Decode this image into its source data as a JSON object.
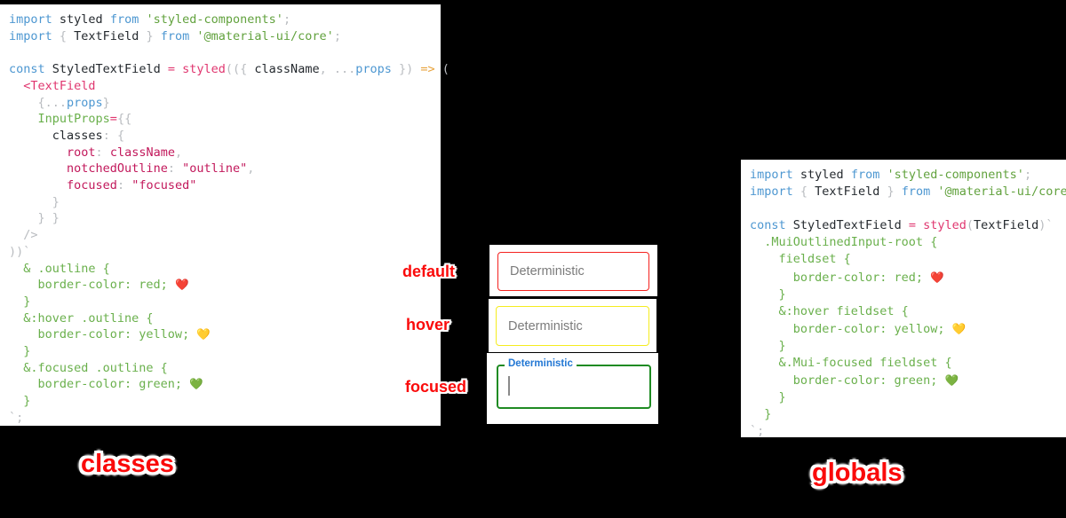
{
  "left_panel": {
    "caption": "classes",
    "code_lines": [
      [
        {
          "t": "kw",
          "s": "import"
        },
        {
          "t": "punc",
          "s": " "
        },
        {
          "t": "plain",
          "s": "styled"
        },
        {
          "t": "punc",
          "s": " "
        },
        {
          "t": "kw",
          "s": "from"
        },
        {
          "t": "punc",
          "s": " "
        },
        {
          "t": "str",
          "s": "'styled-components'"
        },
        {
          "t": "punc",
          "s": ";"
        }
      ],
      [
        {
          "t": "kw",
          "s": "import"
        },
        {
          "t": "punc",
          "s": " { "
        },
        {
          "t": "plain",
          "s": "TextField"
        },
        {
          "t": "punc",
          "s": " } "
        },
        {
          "t": "kw",
          "s": "from"
        },
        {
          "t": "punc",
          "s": " "
        },
        {
          "t": "str",
          "s": "'@material-ui/core'"
        },
        {
          "t": "punc",
          "s": ";"
        }
      ],
      [
        {
          "t": "punc",
          "s": ""
        }
      ],
      [
        {
          "t": "kw",
          "s": "const"
        },
        {
          "t": "punc",
          "s": " "
        },
        {
          "t": "plain",
          "s": "StyledTextField"
        },
        {
          "t": "punc",
          "s": " "
        },
        {
          "t": "op",
          "s": "="
        },
        {
          "t": "punc",
          "s": " "
        },
        {
          "t": "fn",
          "s": "styled"
        },
        {
          "t": "punc",
          "s": "(({ "
        },
        {
          "t": "plain",
          "s": "className"
        },
        {
          "t": "punc",
          "s": ", "
        },
        {
          "t": "punc",
          "s": "..."
        },
        {
          "t": "attr",
          "s": "props"
        },
        {
          "t": "punc",
          "s": " }) "
        },
        {
          "t": "arrow",
          "s": "=>"
        },
        {
          "t": "punc",
          "s": " ("
        }
      ],
      [
        {
          "t": "punc",
          "s": "  "
        },
        {
          "t": "fn",
          "s": "<TextField"
        }
      ],
      [
        {
          "t": "punc",
          "s": "    {..."
        },
        {
          "t": "attr",
          "s": "props"
        },
        {
          "t": "punc",
          "s": "}"
        }
      ],
      [
        {
          "t": "punc",
          "s": "    "
        },
        {
          "t": "prop",
          "s": "InputProps"
        },
        {
          "t": "op",
          "s": "="
        },
        {
          "t": "punc",
          "s": "{{"
        }
      ],
      [
        {
          "t": "punc",
          "s": "      "
        },
        {
          "t": "plain",
          "s": "classes"
        },
        {
          "t": "punc",
          "s": ": {"
        }
      ],
      [
        {
          "t": "punc",
          "s": "        "
        },
        {
          "t": "key",
          "s": "root"
        },
        {
          "t": "punc",
          "s": ": "
        },
        {
          "t": "key",
          "s": "className"
        },
        {
          "t": "punc",
          "s": ","
        }
      ],
      [
        {
          "t": "punc",
          "s": "        "
        },
        {
          "t": "key",
          "s": "notchedOutline"
        },
        {
          "t": "punc",
          "s": ": "
        },
        {
          "t": "key",
          "s": "\"outline\""
        },
        {
          "t": "punc",
          "s": ","
        }
      ],
      [
        {
          "t": "punc",
          "s": "        "
        },
        {
          "t": "key",
          "s": "focused"
        },
        {
          "t": "punc",
          "s": ": "
        },
        {
          "t": "key",
          "s": "\"focused\""
        }
      ],
      [
        {
          "t": "punc",
          "s": "      }"
        }
      ],
      [
        {
          "t": "punc",
          "s": "    } }"
        }
      ],
      [
        {
          "t": "punc",
          "s": "  />"
        }
      ],
      [
        {
          "t": "punc",
          "s": "))"
        },
        {
          "t": "tick",
          "s": "`"
        }
      ],
      [
        {
          "t": "css",
          "s": "  & .outline {"
        }
      ],
      [
        {
          "t": "css",
          "s": "    border-color: red; "
        },
        {
          "t": "emoji",
          "s": "❤️"
        }
      ],
      [
        {
          "t": "css",
          "s": "  }"
        }
      ],
      [
        {
          "t": "css",
          "s": "  &:hover .outline {"
        }
      ],
      [
        {
          "t": "css",
          "s": "    border-color: yellow; "
        },
        {
          "t": "emoji",
          "s": "💛"
        }
      ],
      [
        {
          "t": "css",
          "s": "  }"
        }
      ],
      [
        {
          "t": "css",
          "s": "  &.focused .outline {"
        }
      ],
      [
        {
          "t": "css",
          "s": "    border-color: green; "
        },
        {
          "t": "emoji",
          "s": "💚"
        }
      ],
      [
        {
          "t": "css",
          "s": "  }"
        }
      ],
      [
        {
          "t": "tick",
          "s": "`"
        },
        {
          "t": "punc",
          "s": ";"
        }
      ]
    ]
  },
  "right_panel": {
    "caption": "globals",
    "code_lines": [
      [
        {
          "t": "kw",
          "s": "import"
        },
        {
          "t": "punc",
          "s": " "
        },
        {
          "t": "plain",
          "s": "styled"
        },
        {
          "t": "punc",
          "s": " "
        },
        {
          "t": "kw",
          "s": "from"
        },
        {
          "t": "punc",
          "s": " "
        },
        {
          "t": "str",
          "s": "'styled-components'"
        },
        {
          "t": "punc",
          "s": ";"
        }
      ],
      [
        {
          "t": "kw",
          "s": "import"
        },
        {
          "t": "punc",
          "s": " { "
        },
        {
          "t": "plain",
          "s": "TextField"
        },
        {
          "t": "punc",
          "s": " } "
        },
        {
          "t": "kw",
          "s": "from"
        },
        {
          "t": "punc",
          "s": " "
        },
        {
          "t": "str",
          "s": "'@material-ui/core'"
        },
        {
          "t": "punc",
          "s": ";"
        }
      ],
      [
        {
          "t": "punc",
          "s": ""
        }
      ],
      [
        {
          "t": "kw",
          "s": "const"
        },
        {
          "t": "punc",
          "s": " "
        },
        {
          "t": "plain",
          "s": "StyledTextField"
        },
        {
          "t": "punc",
          "s": " "
        },
        {
          "t": "op",
          "s": "="
        },
        {
          "t": "punc",
          "s": " "
        },
        {
          "t": "fn",
          "s": "styled"
        },
        {
          "t": "punc",
          "s": "("
        },
        {
          "t": "plain",
          "s": "TextField"
        },
        {
          "t": "punc",
          "s": ")"
        },
        {
          "t": "tick",
          "s": "`"
        }
      ],
      [
        {
          "t": "css",
          "s": "  .MuiOutlinedInput-root {"
        }
      ],
      [
        {
          "t": "css",
          "s": "    fieldset {"
        }
      ],
      [
        {
          "t": "css",
          "s": "      border-color: red; "
        },
        {
          "t": "emoji",
          "s": "❤️"
        }
      ],
      [
        {
          "t": "css",
          "s": "    }"
        }
      ],
      [
        {
          "t": "css",
          "s": "    &:hover fieldset {"
        }
      ],
      [
        {
          "t": "css",
          "s": "      border-color: yellow; "
        },
        {
          "t": "emoji",
          "s": "💛"
        }
      ],
      [
        {
          "t": "css",
          "s": "    }"
        }
      ],
      [
        {
          "t": "css",
          "s": "    &.Mui-focused fieldset {"
        }
      ],
      [
        {
          "t": "css",
          "s": "      border-color: green; "
        },
        {
          "t": "emoji",
          "s": "💚"
        }
      ],
      [
        {
          "t": "css",
          "s": "    }"
        }
      ],
      [
        {
          "t": "css",
          "s": "  }"
        }
      ],
      [
        {
          "t": "tick",
          "s": "`"
        },
        {
          "t": "punc",
          "s": ";"
        }
      ]
    ]
  },
  "demo": {
    "states": [
      {
        "name": "default",
        "annotation": "default",
        "field_text": "Deterministic",
        "border_color": "#f4221f"
      },
      {
        "name": "hover",
        "annotation": "hover",
        "field_text": "Deterministic",
        "border_color": "#f5ec1f"
      },
      {
        "name": "focused",
        "annotation": "focused",
        "field_text": "",
        "label_text": "Deterministic",
        "label_color": "#2277d4",
        "border_color": "#1f8b23"
      }
    ]
  },
  "palette": {
    "background": "#000000",
    "panel": "#ffffff",
    "annotation_red": "#fa0a0a",
    "keyword_blue": "#4d97d1",
    "string_green": "#62a23e",
    "css_green": "#6ab04c",
    "function_pink": "#e0366f",
    "arrow_gold": "#e8a33d",
    "punct_gray": "#b9bcc0"
  }
}
